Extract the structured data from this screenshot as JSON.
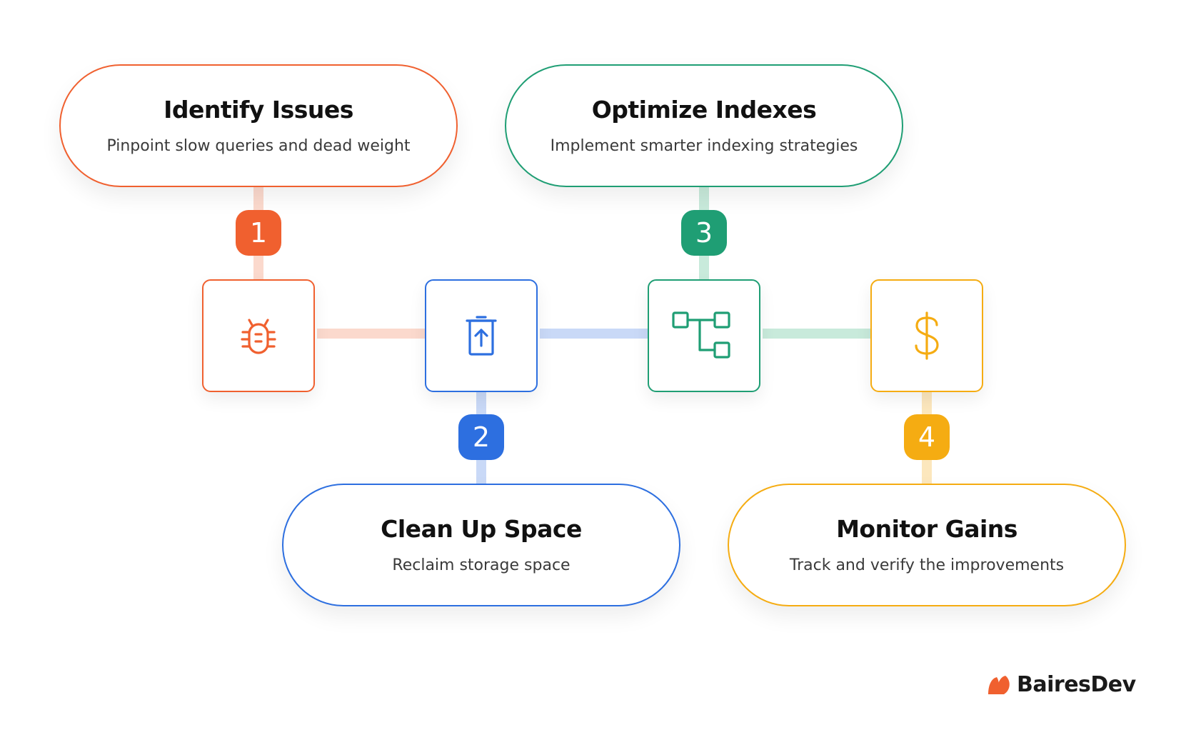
{
  "steps": [
    {
      "number": "1",
      "title": "Identify Issues",
      "description": "Pinpoint slow queries and dead weight",
      "icon": "bug-icon",
      "color": "#F0602F"
    },
    {
      "number": "2",
      "title": "Clean Up Space",
      "description": "Reclaim storage space",
      "icon": "trash-upload-icon",
      "color": "#2D6FE0"
    },
    {
      "number": "3",
      "title": "Optimize Indexes",
      "description": "Implement smarter indexing strategies",
      "icon": "index-tree-icon",
      "color": "#1F9E74"
    },
    {
      "number": "4",
      "title": "Monitor Gains",
      "description": "Track and verify the improvements",
      "icon": "dollar-icon",
      "color": "#F5AC12"
    }
  ],
  "brand": {
    "name": "BairesDev",
    "logo_color": "#F0602F"
  }
}
